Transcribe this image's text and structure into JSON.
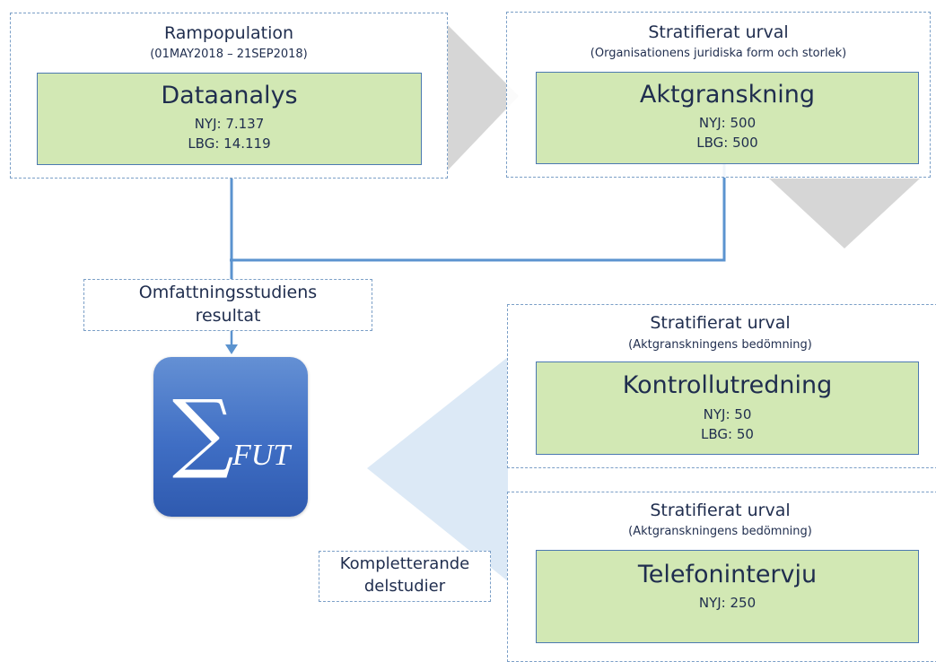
{
  "rampopulation": {
    "title": "Rampopulation",
    "period": "(01MAY2018 – 21SEP2018)",
    "box_title": "Dataanalys",
    "line1": "NYJ: 7.137",
    "line2": "LBG: 14.119"
  },
  "aktgranskning": {
    "title": "Stratifierat urval",
    "subtitle": "(Organisationens juridiska form och storlek)",
    "box_title": "Aktgranskning",
    "line1": "NYJ: 500",
    "line2": "LBG: 500"
  },
  "omfattning": {
    "line1": "Omfattningsstudiens",
    "line2": "resultat"
  },
  "fut_icon": {
    "symbol": "∑",
    "label": "FUT"
  },
  "kontrollutredning": {
    "title": "Stratifierat urval",
    "subtitle": "(Aktgranskningens bedömning)",
    "box_title": "Kontrollutredning",
    "line1": "NYJ: 50",
    "line2": "LBG: 50"
  },
  "telefonintervju": {
    "title": "Stratifierat urval",
    "subtitle": "(Aktgranskningens bedömning)",
    "box_title": "Telefonintervju",
    "line1": "NYJ: 250"
  },
  "kompletterande": {
    "line1": "Kompletterande",
    "line2": "delstudier"
  },
  "colors": {
    "connector": "#5b93cf",
    "green_fill": "#d2e8b4",
    "dashed_border": "#7b9fc7",
    "gray_arrow": "#d6d6d6",
    "light_blue_arrow": "#dce9f6"
  }
}
